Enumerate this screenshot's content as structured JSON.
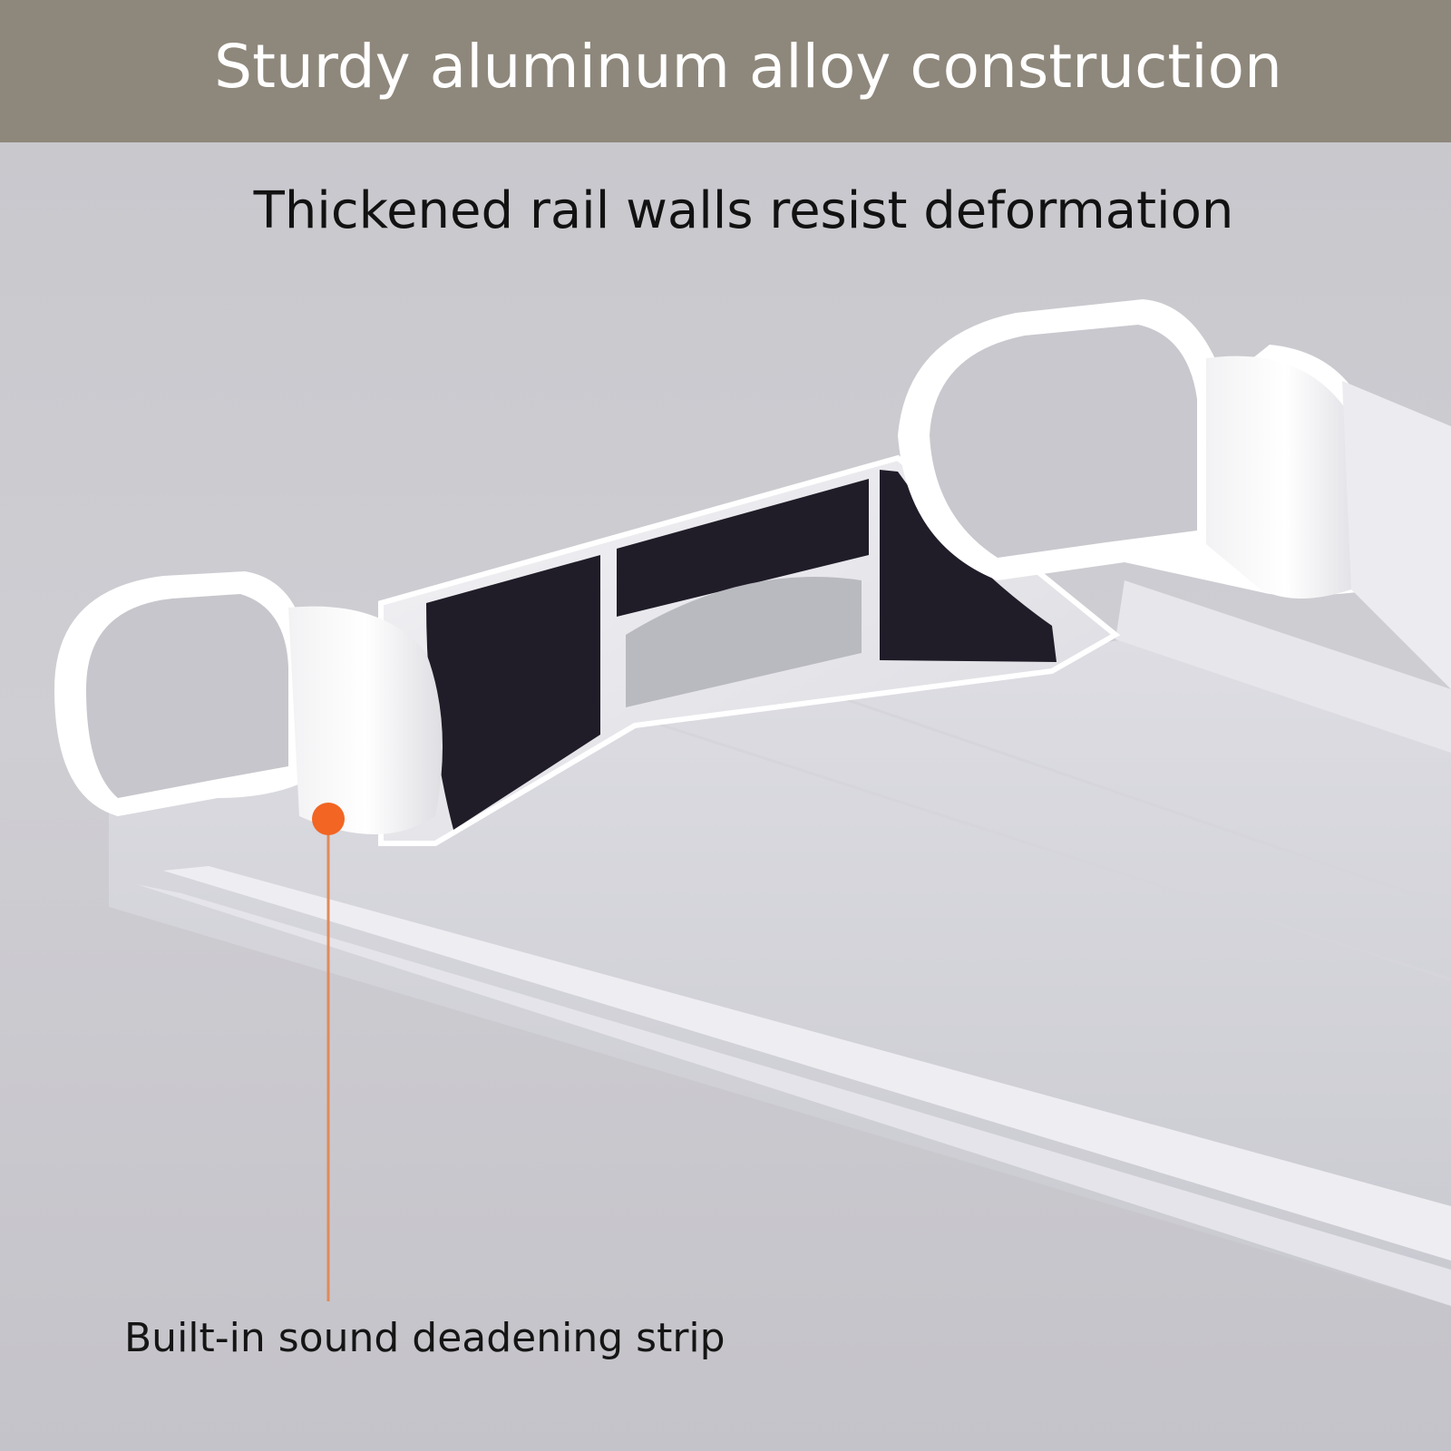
{
  "banner": {
    "title": "Sturdy aluminum alloy construction"
  },
  "headline": "Thickened rail walls resist deformation",
  "callout": {
    "label": "Built-in sound deadening strip",
    "marker_color": "#f26522",
    "leader_color": "#e08a5a"
  },
  "colors": {
    "banner_bg": "#8e877b",
    "backdrop": "#c9c9ce",
    "rail_white": "#f7f7f9",
    "rail_shadow": "#dcdce2",
    "insert_dark": "#201c28"
  }
}
